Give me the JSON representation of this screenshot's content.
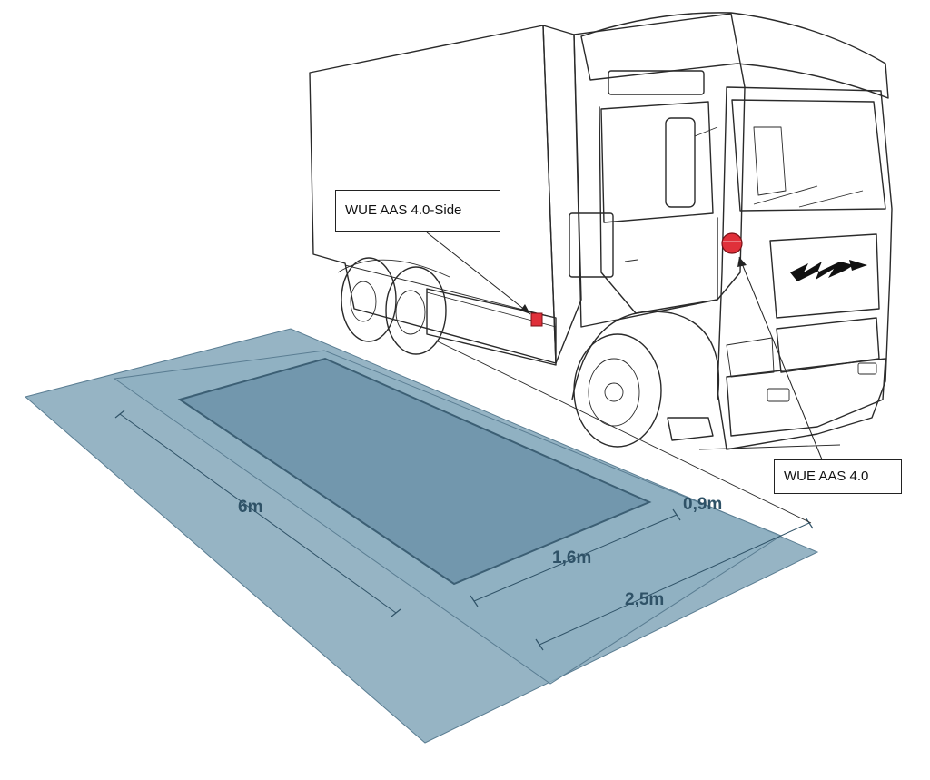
{
  "labels": {
    "side_sensor": "WUE AAS 4.0-Side",
    "front_sensor": "WUE AAS 4.0"
  },
  "dimensions": {
    "length": "6m",
    "inner_width": "1,6m",
    "outer_width": "2,5m",
    "margin": "0,9m"
  },
  "colors": {
    "outer_zone": "#7fa3b7",
    "inner_zone": "#6f95ab",
    "zone_edge": "#3c5f74",
    "sensor": "#e0303a",
    "dimension_text": "#2f5267"
  },
  "icons": {
    "truck": "truck-illustration",
    "front_sensor": "red-round-sensor-icon",
    "side_sensor": "red-square-sensor-icon",
    "logo": "w-arrow-logo"
  }
}
